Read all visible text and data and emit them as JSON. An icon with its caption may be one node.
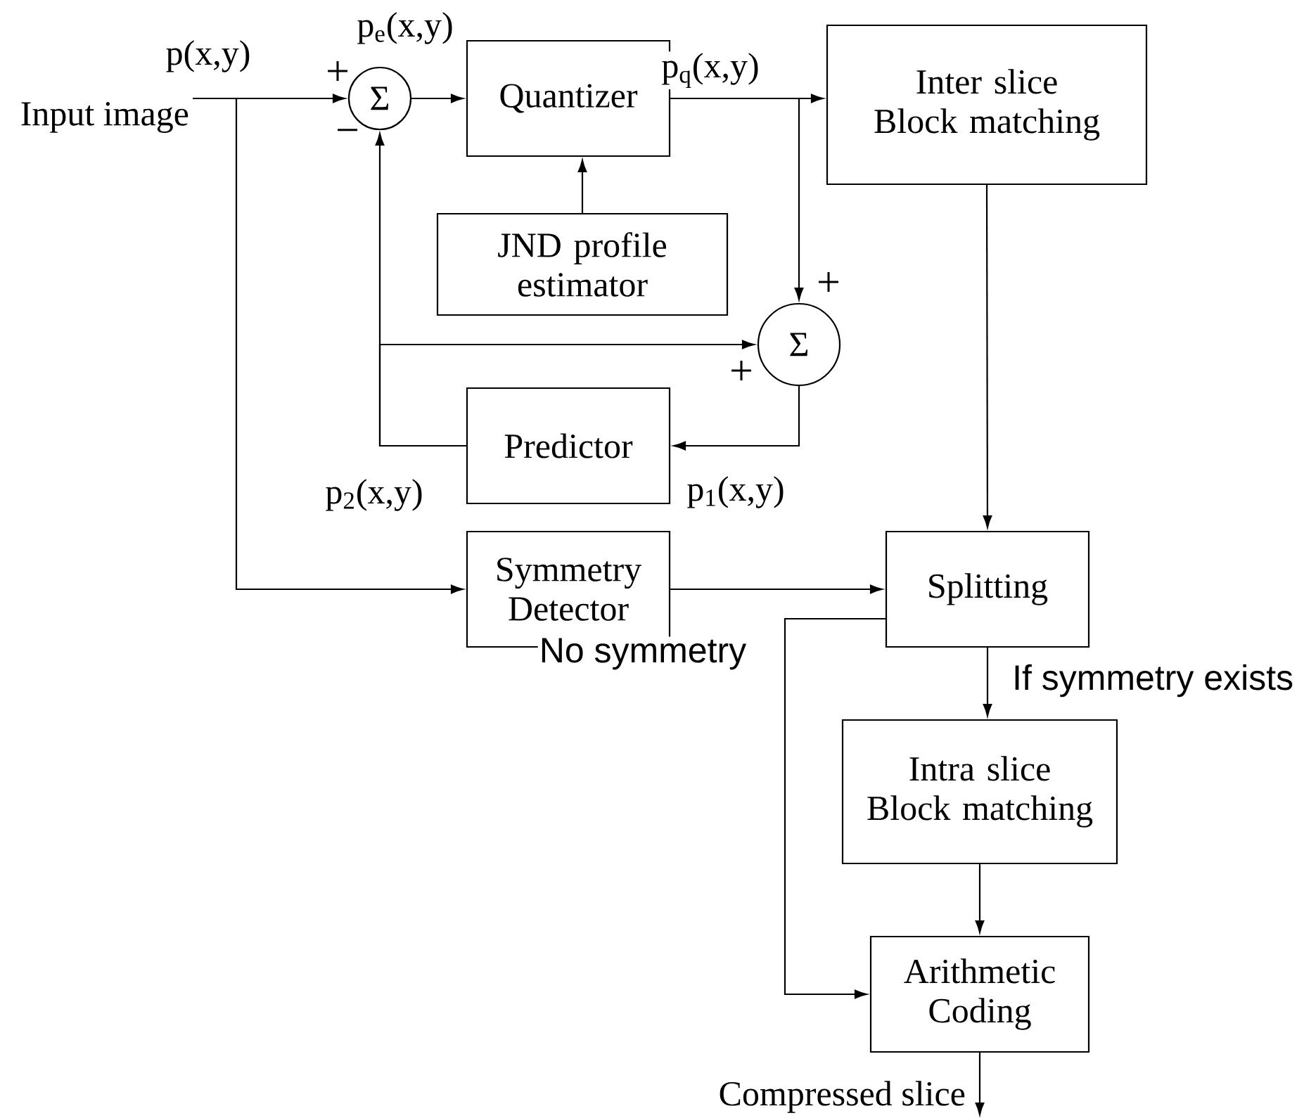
{
  "diagram": {
    "nodes": [
      {
        "text": [
          "Input image"
        ]
      },
      {
        "text": [
          "Σ"
        ]
      },
      {
        "text": [
          "Quantizer"
        ]
      },
      {
        "text": [
          "JND profile estimator"
        ]
      },
      {
        "text": [
          "Inter slice Block matching"
        ]
      },
      {
        "text": [
          "Σ"
        ]
      },
      {
        "text": [
          "Predictor"
        ]
      },
      {
        "text": [
          "Symmetry Detector"
        ]
      },
      {
        "text": [
          "Splitting"
        ]
      },
      {
        "text": [
          "Intra slice Block matching"
        ]
      },
      {
        "text": [
          "Arithmetic Coding"
        ]
      }
    ],
    "edges": [
      {
        "from": 0,
        "to": 1,
        "arrow": "to"
      },
      {
        "from": 0,
        "to": 7,
        "arrow": "to"
      },
      {
        "from": 1,
        "to": 2,
        "arrow": "to"
      },
      {
        "from": 3,
        "to": 2,
        "arrow": "to"
      },
      {
        "from": 2,
        "to": 4,
        "arrow": "to",
        "label": "p$_{q}$(x,y)"
      },
      {
        "from": 2,
        "to": 5,
        "arrow": "to"
      },
      {
        "from": 6,
        "to": 1,
        "arrow": "to"
      },
      {
        "from": 6,
        "to": 5,
        "arrow": "to"
      },
      {
        "from": 5,
        "to": 6,
        "arrow": "to"
      },
      {
        "from": 4,
        "to": 8,
        "arrow": "to"
      },
      {
        "from": 7,
        "to": 8,
        "arrow": "to"
      },
      {
        "from": 8,
        "to": 9,
        "arrow": "to",
        "label": "If symmetry exists"
      },
      {
        "from": 8,
        "to": 10,
        "arrow": "to",
        "label": "No symmetry"
      },
      {
        "from": 9,
        "to": 10,
        "arrow": "to"
      },
      {
        "from": 10,
        "to": null,
        "arrow": "to",
        "label": "Compressed slice"
      }
    ],
    "labels": [
      "p$_{e}$(x,y)",
      "p(x,y)",
      "+",
      "−",
      "+",
      "+",
      "p$_{2}$(x,y)",
      "p$_{1}$(x,y)"
    ]
  }
}
